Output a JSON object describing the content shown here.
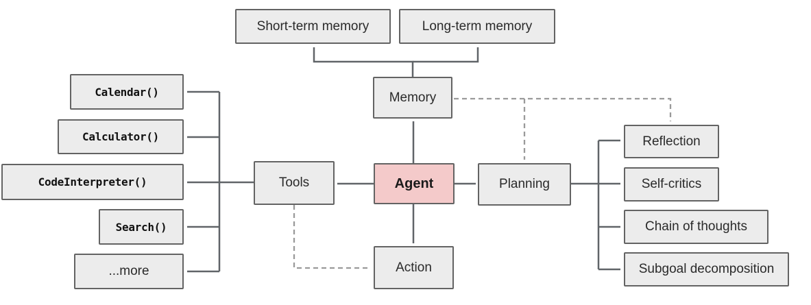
{
  "diagram": {
    "nodes": {
      "short_term_memory": {
        "label": "Short-term memory"
      },
      "long_term_memory": {
        "label": "Long-term memory"
      },
      "memory": {
        "label": "Memory"
      },
      "calendar": {
        "label": "Calendar()"
      },
      "calculator": {
        "label": "Calculator()"
      },
      "code_interpreter": {
        "label": "CodeInterpreter()"
      },
      "search": {
        "label": "Search()"
      },
      "more": {
        "label": "...more"
      },
      "tools": {
        "label": "Tools"
      },
      "agent": {
        "label": "Agent"
      },
      "planning": {
        "label": "Planning"
      },
      "action": {
        "label": "Action"
      },
      "reflection": {
        "label": "Reflection"
      },
      "self_critics": {
        "label": "Self-critics"
      },
      "chain_of_thoughts": {
        "label": "Chain of thoughts"
      },
      "subgoal_decomposition": {
        "label": "Subgoal decomposition"
      }
    },
    "edges": [
      {
        "from": "memory",
        "to": "short_term_memory",
        "style": "solid"
      },
      {
        "from": "memory",
        "to": "long_term_memory",
        "style": "solid"
      },
      {
        "from": "agent",
        "to": "memory",
        "style": "solid"
      },
      {
        "from": "agent",
        "to": "tools",
        "style": "solid"
      },
      {
        "from": "agent",
        "to": "planning",
        "style": "solid"
      },
      {
        "from": "agent",
        "to": "action",
        "style": "solid"
      },
      {
        "from": "tools",
        "to": "calendar",
        "style": "solid"
      },
      {
        "from": "tools",
        "to": "calculator",
        "style": "solid"
      },
      {
        "from": "tools",
        "to": "code_interpreter",
        "style": "solid"
      },
      {
        "from": "tools",
        "to": "search",
        "style": "solid"
      },
      {
        "from": "tools",
        "to": "more",
        "style": "solid"
      },
      {
        "from": "planning",
        "to": "reflection",
        "style": "solid"
      },
      {
        "from": "planning",
        "to": "self_critics",
        "style": "solid"
      },
      {
        "from": "planning",
        "to": "chain_of_thoughts",
        "style": "solid"
      },
      {
        "from": "planning",
        "to": "subgoal_decomposition",
        "style": "solid"
      },
      {
        "from": "memory",
        "to": "planning",
        "style": "dashed"
      },
      {
        "from": "memory",
        "to": "reflection",
        "style": "dashed"
      },
      {
        "from": "tools",
        "to": "action",
        "style": "dashed"
      }
    ],
    "colors": {
      "node_fill": "#ececec",
      "node_border": "#636363",
      "agent_fill": "#f4caca",
      "solid_arrow": "#606468",
      "dashed_arrow": "#9a9a9a",
      "text": "#2a2a2a",
      "mono_text": "#111111"
    }
  }
}
